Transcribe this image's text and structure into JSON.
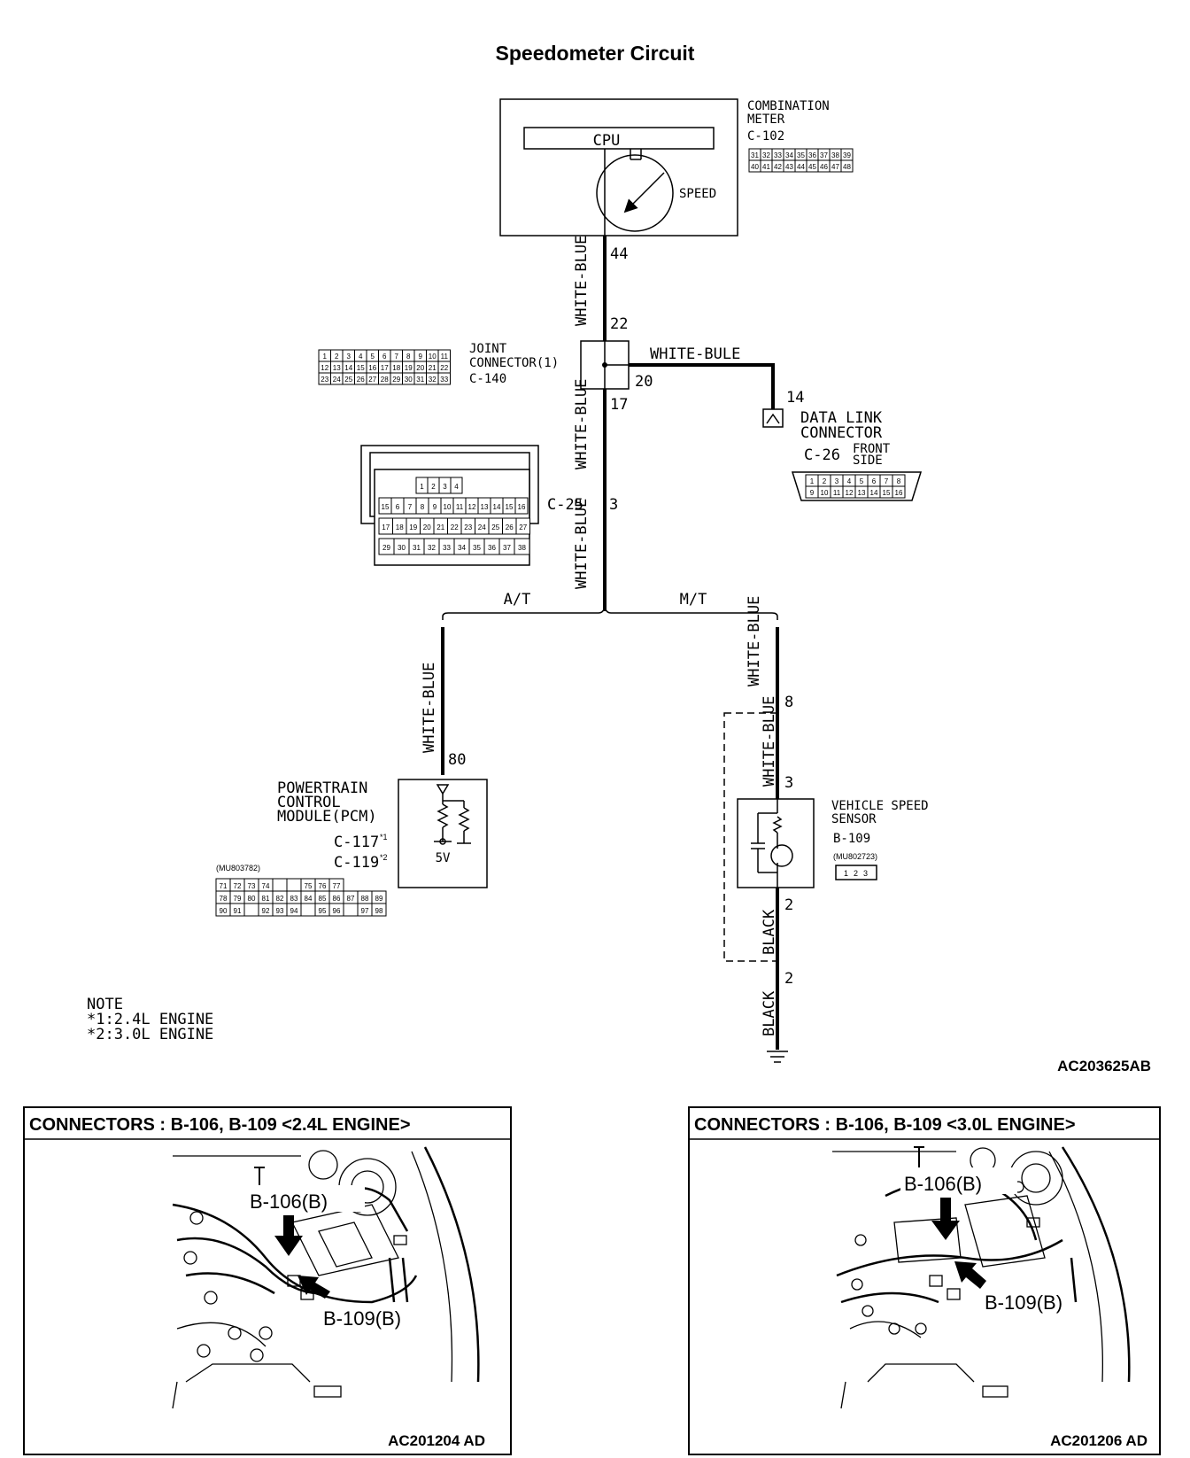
{
  "title": "Speedometer Circuit",
  "combination_meter": {
    "name_line1": "COMBINATION",
    "name_line2": "METER",
    "code": "C-102",
    "cpu": "CPU",
    "gauge": "SPEED",
    "pins_row1": [
      "31",
      "32",
      "33",
      "34",
      "35",
      "36",
      "37",
      "38",
      "39"
    ],
    "pins_row2": [
      "40",
      "41",
      "42",
      "43",
      "44",
      "45",
      "46",
      "47",
      "48"
    ],
    "pin_out": "44"
  },
  "joint_connector": {
    "name_line1": "JOINT",
    "name_line2": "CONNECTOR(1)",
    "code": "C-140",
    "pin_top": "22",
    "pin_right": "20",
    "pin_bottom": "17",
    "pins_row1": [
      "1",
      "2",
      "3",
      "4",
      "5",
      "6",
      "7",
      "8",
      "9",
      "10",
      "11"
    ],
    "pins_row2": [
      "12",
      "13",
      "14",
      "15",
      "16",
      "17",
      "18",
      "19",
      "20",
      "21",
      "22"
    ],
    "pins_row3": [
      "23",
      "24",
      "25",
      "26",
      "27",
      "28",
      "29",
      "30",
      "31",
      "32",
      "33"
    ]
  },
  "data_link": {
    "wire_label": "WHITE-BULE",
    "pin": "14",
    "name_line1": "DATA LINK",
    "name_line2": "CONNECTOR",
    "code": "C-26",
    "side_line1": "FRONT",
    "side_line2": "SIDE",
    "pins_row1": [
      "1",
      "2",
      "3",
      "4",
      "5",
      "6",
      "7",
      "8"
    ],
    "pins_row2": [
      "9",
      "10",
      "11",
      "12",
      "13",
      "14",
      "15",
      "16"
    ]
  },
  "c25": {
    "code": "C-25",
    "pin": "3",
    "rows": [
      [
        "1",
        "2",
        "3",
        "4"
      ],
      [
        "15",
        "6",
        "7",
        "8",
        "9",
        "10",
        "11",
        "12",
        "13",
        "14",
        "15",
        "16"
      ],
      [
        "17",
        "18",
        "19",
        "20",
        "21",
        "22",
        "23",
        "24",
        "25",
        "26",
        "27"
      ],
      [
        "29",
        "30",
        "31",
        "32",
        "33",
        "34",
        "35",
        "36",
        "37",
        "38"
      ]
    ]
  },
  "wires": {
    "seg1": "WHITE-BLUE",
    "seg2": "WHITE-BLUE",
    "seg3": "WHITE-BLUE",
    "at_branch": "WHITE-BLUE",
    "mt_branch": "WHITE-BLUE",
    "sensor_in": "WHITE-BLUE",
    "sensor_out": "BLACK",
    "ground": "BLACK"
  },
  "branch": {
    "left": "A/T",
    "right": "M/T"
  },
  "pcm": {
    "pin": "80",
    "name_line1": "POWERTRAIN",
    "name_line2": "CONTROL",
    "name_line3": "MODULE(PCM)",
    "code1": "C-117",
    "mark1": "*1",
    "code2": "C-119",
    "mark2": "*2",
    "part_no": "(MU803782)",
    "voltage": "5V",
    "pins_row1": [
      "71",
      "72",
      "73",
      "74",
      "",
      "",
      "75",
      "76",
      "77"
    ],
    "pins_row2": [
      "78",
      "79",
      "80",
      "81",
      "82",
      "83",
      "84",
      "85",
      "86",
      "87",
      "88",
      "89"
    ],
    "pins_row3": [
      "90",
      "91",
      "",
      "92",
      "93",
      "94",
      "",
      "95",
      "96",
      "",
      "97",
      "98"
    ]
  },
  "vss": {
    "pin_top": "8",
    "pin_in": "3",
    "pin_out": "2",
    "pin_ground": "2",
    "name_line1": "VEHICLE SPEED",
    "name_line2": "SENSOR",
    "code": "B-109",
    "part_no": "(MU802723)"
  },
  "note": {
    "heading": "NOTE",
    "line1": "*1:2.4L ENGINE",
    "line2": "*2:3.0L ENGINE"
  },
  "figure_code": "AC203625AB",
  "panel_left": {
    "title": "CONNECTORS : B-106, B-109 <2.4L ENGINE>",
    "callout1": "B-106(B)",
    "callout2": "B-109(B)",
    "code": "AC201204 AD"
  },
  "panel_right": {
    "title": "CONNECTORS : B-106, B-109 <3.0L ENGINE>",
    "callout1": "B-106(B)",
    "callout2": "B-109(B)",
    "code": "AC201206 AD"
  }
}
